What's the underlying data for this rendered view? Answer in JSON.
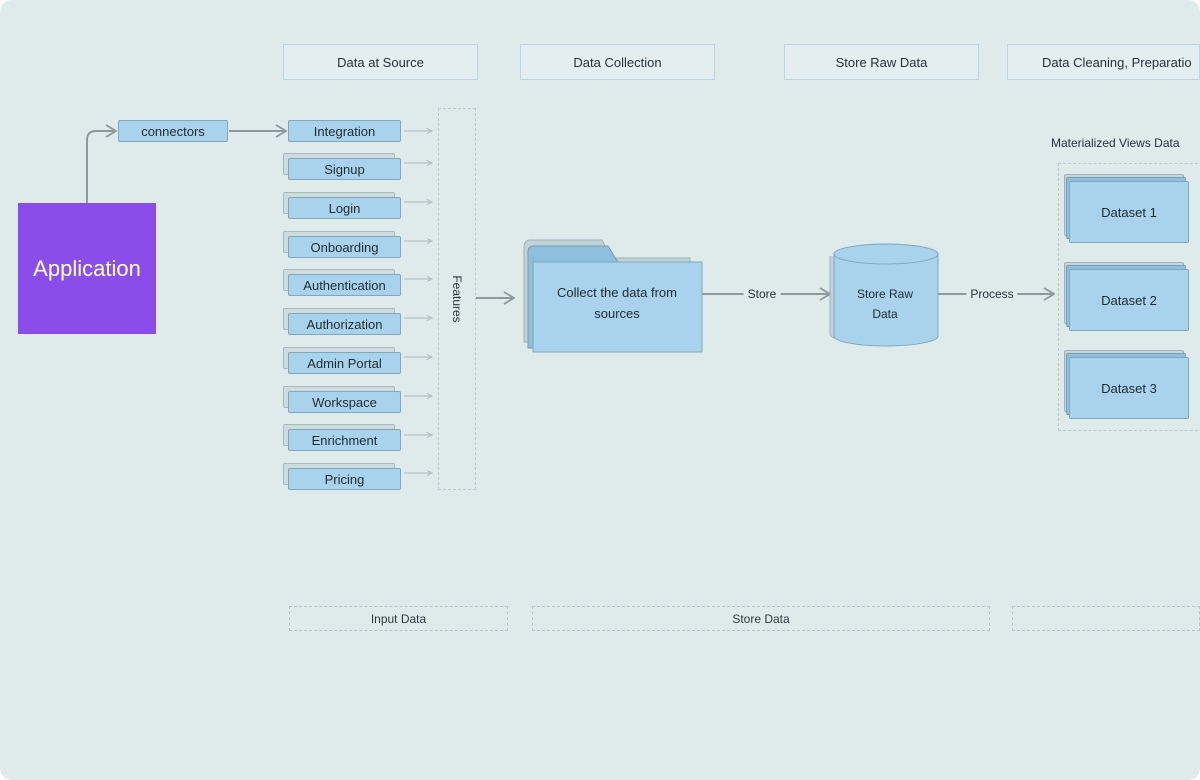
{
  "stages": [
    {
      "label": "Data at Source"
    },
    {
      "label": "Data Collection"
    },
    {
      "label": "Store Raw Data"
    },
    {
      "label": "Data Cleaning, Preparatio"
    }
  ],
  "application": {
    "label": "Application"
  },
  "connectors": {
    "label": "connectors"
  },
  "features": {
    "label": "Features",
    "items": [
      {
        "label": "Integration"
      },
      {
        "label": "Signup"
      },
      {
        "label": "Login"
      },
      {
        "label": "Onboarding"
      },
      {
        "label": "Authentication"
      },
      {
        "label": "Authorization"
      },
      {
        "label": "Admin Portal"
      },
      {
        "label": "Workspace"
      },
      {
        "label": "Enrichment"
      },
      {
        "label": "Pricing"
      }
    ]
  },
  "collect": {
    "line1": "Collect the data from",
    "line2": "sources"
  },
  "edges": {
    "store": "Store",
    "process": "Process"
  },
  "raw_store": {
    "line1": "Store Raw",
    "line2": "Data"
  },
  "materialized_views": {
    "title": "Materialized Views Data",
    "datasets": [
      {
        "label": "Dataset 1"
      },
      {
        "label": "Dataset 2"
      },
      {
        "label": "Dataset 3"
      }
    ]
  },
  "bottom_bands": [
    {
      "label": "Input Data"
    },
    {
      "label": "Store Data"
    },
    {
      "label": ""
    }
  ],
  "colors": {
    "background": "#dfeaea",
    "application": "#8a4de9",
    "node_fill": "#a9d3ec",
    "node_border": "#7fa8bf",
    "connector_line": "#8b9a9c"
  }
}
